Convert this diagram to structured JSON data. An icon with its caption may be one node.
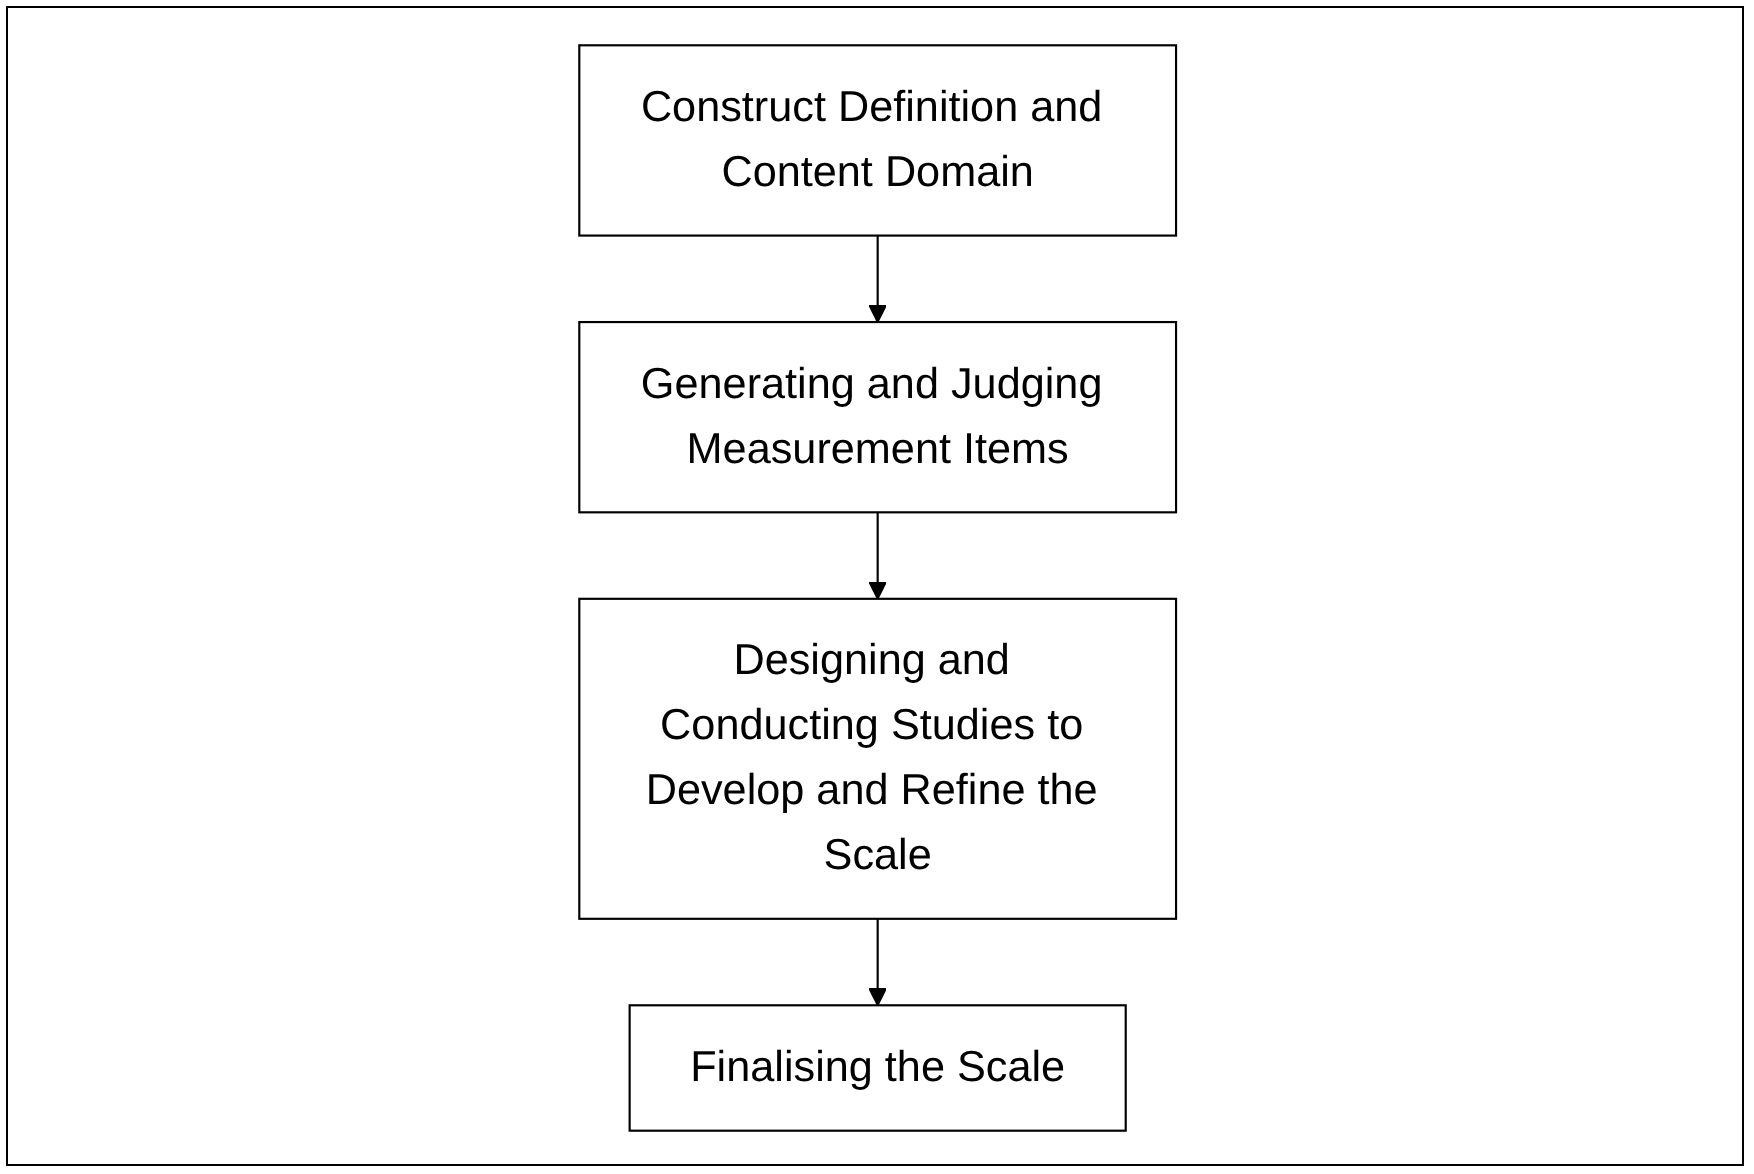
{
  "diagram": {
    "nodes": [
      {
        "text": [
          "Construct Definition and Content Domain"
        ]
      },
      {
        "text": [
          "Generating and Judging Measurement Items"
        ]
      },
      {
        "text": [
          "Designing and Conducting Studies to Develop and Refine the Scale"
        ]
      },
      {
        "text": [
          "Finalising the Scale"
        ]
      }
    ],
    "edges": [
      {
        "from": 0,
        "to": 1,
        "arrow": "to"
      },
      {
        "from": 1,
        "to": 2,
        "arrow": "to"
      },
      {
        "from": 2,
        "to": 3,
        "arrow": "to"
      }
    ]
  }
}
